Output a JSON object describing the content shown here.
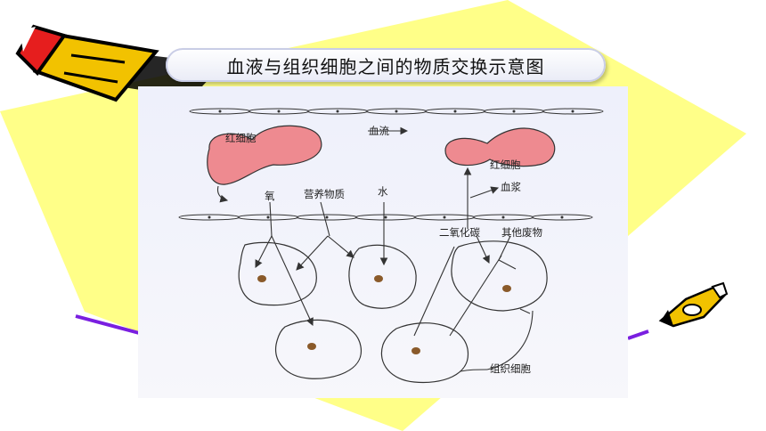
{
  "slide": {
    "title": "血液与组织细胞之间的物质交换示意图"
  },
  "diagram": {
    "labels": {
      "rbc_left": "红细胞",
      "blood_flow": "血流",
      "rbc_right": "红细胞",
      "plasma": "血浆",
      "oxygen": "氧",
      "nutrients": "营养物质",
      "water": "水",
      "co2": "二氧化碳",
      "other_waste": "其他废物",
      "tissue_cell": "组织细胞"
    }
  },
  "colors": {
    "accent_yellow": "#ffff88",
    "purple_line": "#7a1fe0",
    "panel_top": "#eef0fb",
    "panel_bottom": "#f7f7fb",
    "rbc_fill": "#ee8a90",
    "nucleus": "#8a5a2a"
  },
  "icons": [
    "pencil-large-icon",
    "pencil-small-icon"
  ]
}
